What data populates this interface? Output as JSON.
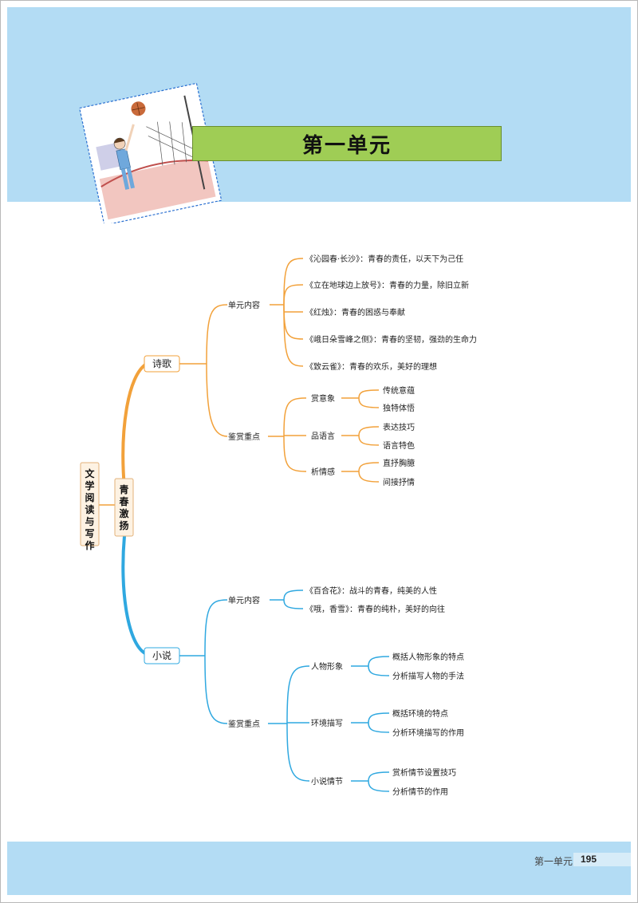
{
  "header": {
    "unit_title": "第一单元"
  },
  "footer": {
    "unit_label": "第一单元",
    "page_number": "195"
  },
  "mindmap": {
    "root": "文学阅读与写作",
    "theme": "青春激扬",
    "poetry": {
      "label": "诗歌",
      "content_label": "单元内容",
      "content_items": [
        "《沁园春·长沙》：青春的责任，以天下为己任",
        "《立在地球边上放号》：青春的力量，除旧立新",
        "《红烛》：青春的困惑与奉献",
        "《峨日朵雪峰之侧》：青春的坚韧，强劲的生命力",
        "《致云雀》：青春的欢乐，美好的理想"
      ],
      "focus_label": "鉴赏重点",
      "focus_groups": [
        {
          "label": "赏意象",
          "items": [
            "传统意蕴",
            "独特体悟"
          ]
        },
        {
          "label": "品语言",
          "items": [
            "表达技巧",
            "语言特色"
          ]
        },
        {
          "label": "析情感",
          "items": [
            "直抒胸臆",
            "间接抒情"
          ]
        }
      ]
    },
    "novel": {
      "label": "小说",
      "content_label": "单元内容",
      "content_items": [
        "《百合花》：战斗的青春，纯美的人性",
        "《哦，香雪》：青春的纯朴，美好的向往"
      ],
      "focus_label": "鉴赏重点",
      "focus_groups": [
        {
          "label": "人物形象",
          "items": [
            "概括人物形象的特点",
            "分析描写人物的手法"
          ]
        },
        {
          "label": "环境描写",
          "items": [
            "概括环境的特点",
            "分析环境描写的作用"
          ]
        },
        {
          "label": "小说情节",
          "items": [
            "赏析情节设置技巧",
            "分析情节的作用"
          ]
        }
      ]
    }
  },
  "colors": {
    "poetry_branch": "#f2a13a",
    "novel_branch": "#2fa8e0",
    "header_bar": "#9fcd55",
    "band": "#b3dcf4"
  }
}
